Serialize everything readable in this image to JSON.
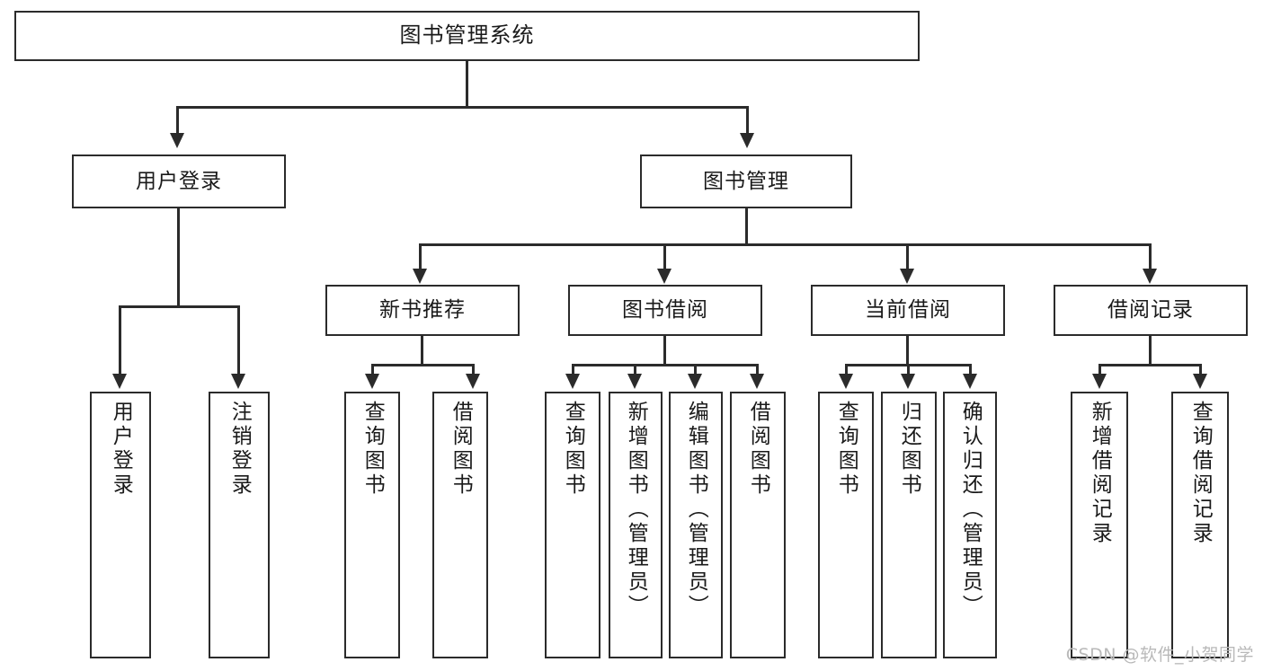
{
  "diagram": {
    "type": "tree-hierarchy",
    "title": "图书管理系统",
    "levels": 4,
    "colors": {
      "stroke": "#2b2b2b",
      "fill": "#ffffff",
      "text": "#1a1a1a",
      "watermark": "#b9b9b9"
    },
    "nodes": {
      "root": {
        "label": "图书管理系统"
      },
      "level2": [
        {
          "label": "用户登录"
        },
        {
          "label": "图书管理"
        }
      ],
      "level3": [
        {
          "label": "新书推荐"
        },
        {
          "label": "图书借阅"
        },
        {
          "label": "当前借阅"
        },
        {
          "label": "借阅记录"
        }
      ],
      "leaves_login": [
        {
          "label": "用户登录"
        },
        {
          "label": "注销登录"
        }
      ],
      "leaves_newbook": [
        {
          "label": "查询图书"
        },
        {
          "label": "借阅图书"
        }
      ],
      "leaves_borrow": [
        {
          "label": "查询图书"
        },
        {
          "label": "新增图书（管理员）"
        },
        {
          "label": "编辑图书（管理员）"
        },
        {
          "label": "借阅图书"
        }
      ],
      "leaves_current": [
        {
          "label": "查询图书"
        },
        {
          "label": "归还图书"
        },
        {
          "label": "确认归还（管理员）"
        }
      ],
      "leaves_record": [
        {
          "label": "新增借阅记录"
        },
        {
          "label": "查询借阅记录"
        }
      ]
    },
    "watermark": "CSDN @软件_小贺同学"
  }
}
